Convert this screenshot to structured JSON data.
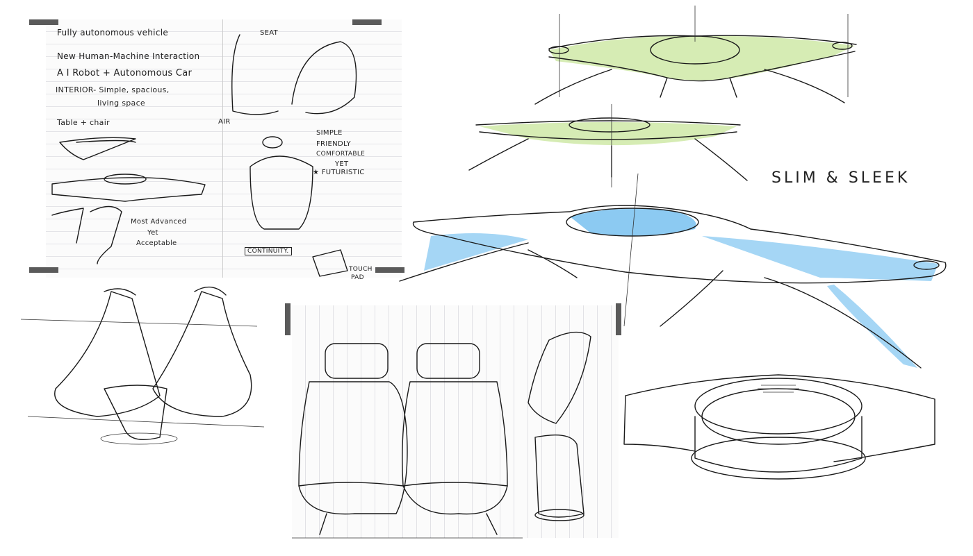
{
  "notes": {
    "line1": "Fully autonomous vehicle",
    "line2": "New Human-Machine Interaction",
    "line3": "A I Robot + Autonomous Car",
    "line4a": "INTERIOR- Simple, spacious,",
    "line4b": "living space",
    "line5": "Table + chair",
    "seat_label": "SEAT",
    "air_label": "AIR",
    "attr1": "SIMPLE",
    "attr2": "FRIENDLY",
    "attr3": "COMFORTABLE",
    "attr4": "Yet",
    "attr5": "★ Futuristic",
    "adv1": "Most Advanced",
    "adv2": "Yet",
    "adv3": "Acceptable",
    "continuity": "CONTINUITY.",
    "touch1": "TOUCH",
    "touch2": "PAD"
  },
  "headline": "SLIM & SLEEK",
  "colors": {
    "green_marker": "#d6ecb4",
    "blue_marker": "#8ccaf2",
    "tab": "#5a5a5a"
  }
}
